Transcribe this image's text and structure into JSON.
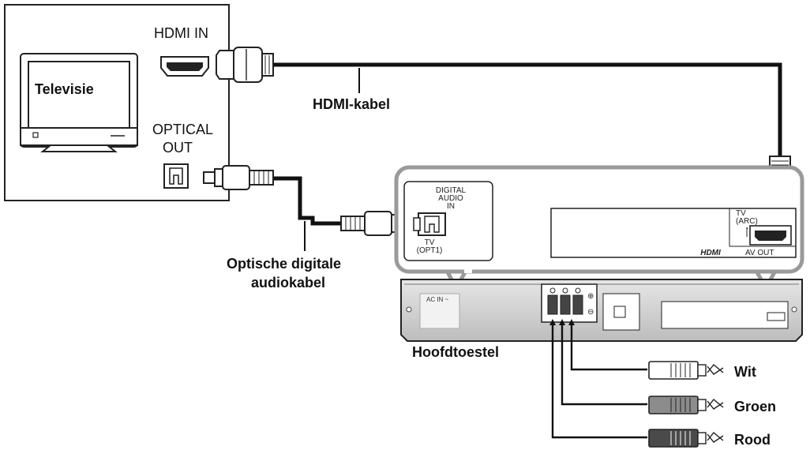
{
  "tv": {
    "name": "Televisie",
    "hdmi_in": "HDMI IN",
    "optical_out_line1": "OPTICAL",
    "optical_out_line2": "OUT"
  },
  "cables": {
    "hdmi": "HDMI-kabel",
    "optical_line1": "Optische digitale",
    "optical_line2": "audiokabel"
  },
  "panel": {
    "digital_audio_line1": "DIGITAL",
    "digital_audio_line2": "AUDIO",
    "digital_audio_line3": "IN",
    "tv_opt_line1": "TV",
    "tv_opt_line2": "(OPT1)",
    "tv_arc_line1": "TV",
    "tv_arc_line2": "(ARC)",
    "hdmi_logo": "HDMI",
    "av_out": "AV OUT"
  },
  "main_unit": {
    "name": "Hoofdtoestel",
    "ac_in": "AC IN ~"
  },
  "speaker_wires": [
    {
      "label": "Wit",
      "color": "#ffffff"
    },
    {
      "label": "Groen",
      "color": "#8c8c8c"
    },
    {
      "label": "Rood",
      "color": "#4a4a4a"
    }
  ]
}
